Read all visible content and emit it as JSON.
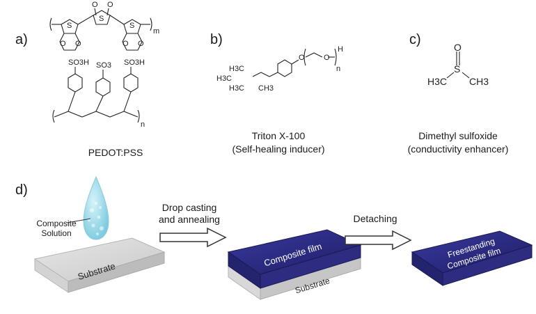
{
  "panels": {
    "a": {
      "label": "a)",
      "caption": "PEDOT:PSS"
    },
    "b": {
      "label": "b)",
      "caption_line1": "Triton X-100",
      "caption_line2": "(Self-healing inducer)"
    },
    "c": {
      "label": "c)",
      "caption_line1": "Dimethyl sulfoxide",
      "caption_line2": "(conductivity enhancer)"
    },
    "d": {
      "label": "d)"
    }
  },
  "chem": {
    "so3h": "SO3H",
    "so3minus": "SO3",
    "sulfur": "S",
    "oxygen": "O",
    "subscript_m": "m",
    "subscript_n": "n",
    "hydrogen": "H",
    "ch3": "CH3",
    "h3c": "H3C"
  },
  "process": {
    "solution_label_line1": "Composite",
    "solution_label_line2": "Solution",
    "substrate_label": "Substrate",
    "step1_line1": "Drop casting",
    "step1_line2": "and annealing",
    "film_label": "Composite film",
    "substrate2_label": "Substrate",
    "step2_label": "Detaching",
    "freestanding_line1": "Freestanding",
    "freestanding_line2": "Composite film"
  },
  "colors": {
    "film": "#2b2a7a",
    "drop": "#9fdcea",
    "substrate": "#d9d9d9"
  }
}
